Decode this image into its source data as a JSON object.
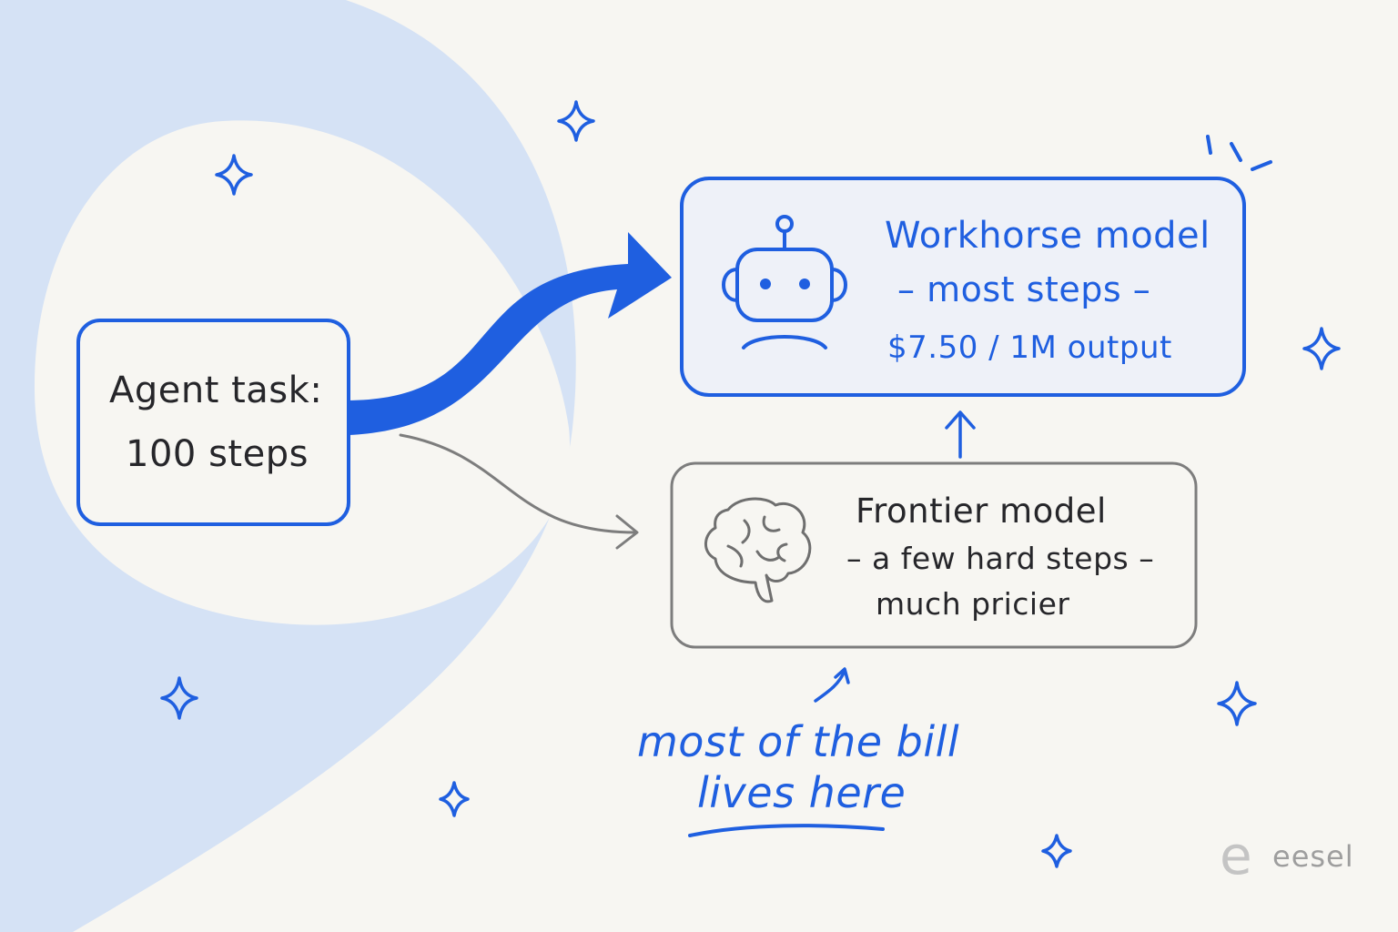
{
  "colors": {
    "accent": "#1f5fe0",
    "blob": "#d5e2f5",
    "background": "#f7f6f2",
    "ink": "#26262a",
    "gray_outline": "#7d7d7d"
  },
  "agent_task": {
    "line1": "Agent task:",
    "line2": "100 steps"
  },
  "workhorse": {
    "title": "Workhorse model",
    "subtitle": "– most steps –",
    "price": "$7.50 / 1M output",
    "icon": "robot-icon"
  },
  "frontier": {
    "title": "Frontier model",
    "subtitle": "– a few hard steps –",
    "note": "much pricier",
    "icon": "brain-icon"
  },
  "annotation": {
    "line1": "most of the bill",
    "line2": "lives here"
  },
  "brand": {
    "logo_letter": "e",
    "name": "eesel"
  }
}
